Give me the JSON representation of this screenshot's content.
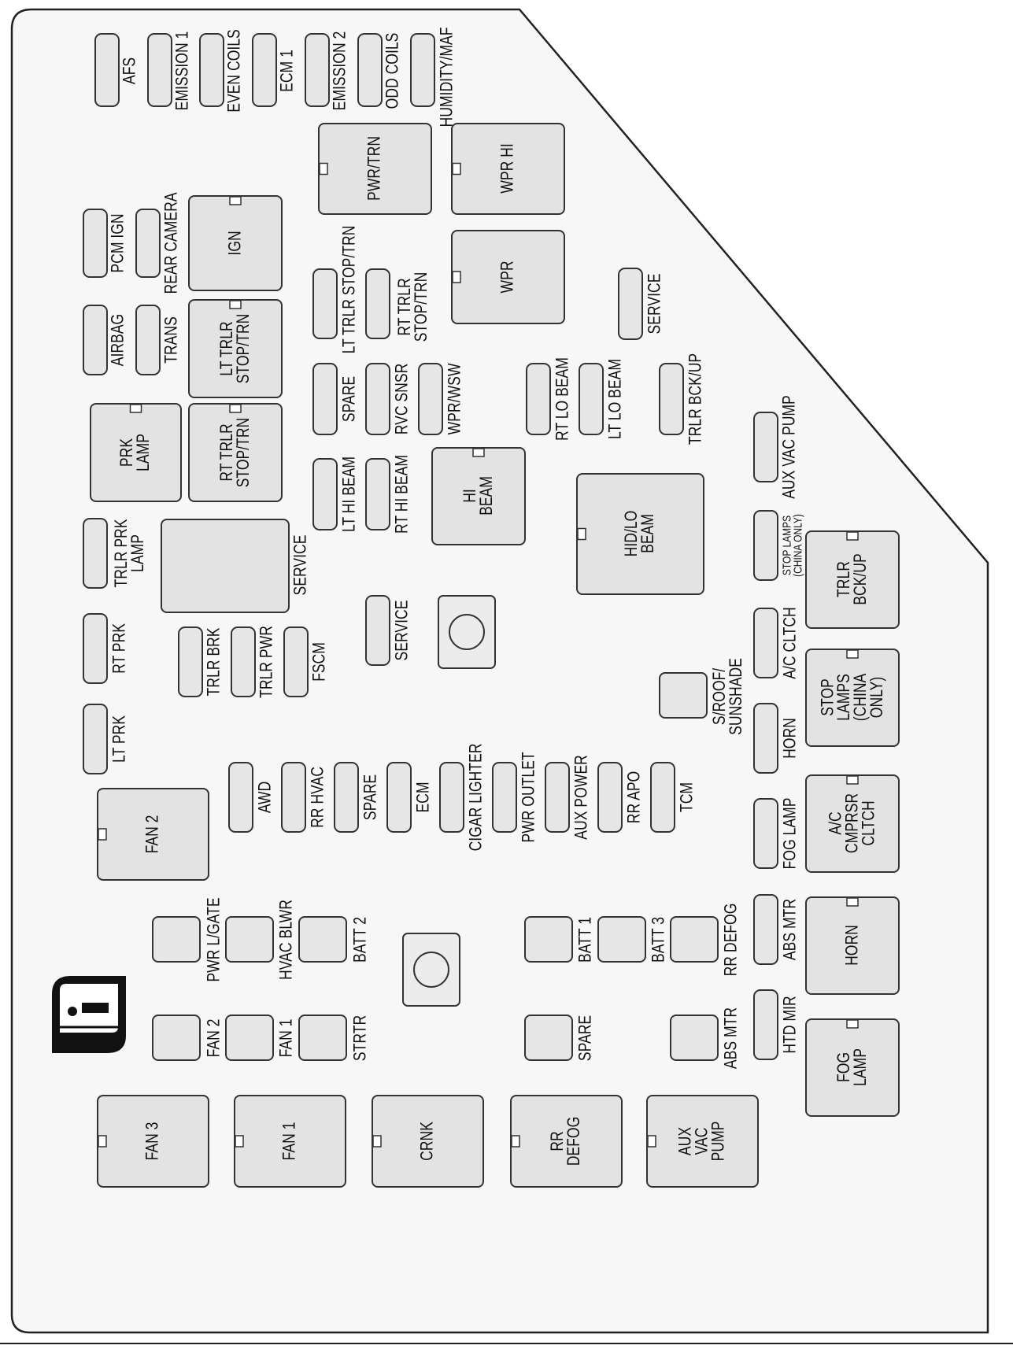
{
  "diagram": {
    "title": "",
    "colors": {
      "panel": "#f7f7f7",
      "fuse_fill": "#e6e6e6",
      "relay_fill": "#e3e3e3",
      "outline": "#333333",
      "text": "#111111"
    },
    "icons": [
      "info-book-icon"
    ],
    "components": [
      {
        "id": "afs",
        "kind": "mini-fuse",
        "label": [
          "AFS"
        ]
      },
      {
        "id": "emission-1",
        "kind": "mini-fuse",
        "label": [
          "EMISSION 1"
        ]
      },
      {
        "id": "even-coils",
        "kind": "mini-fuse",
        "label": [
          "EVEN COILS"
        ]
      },
      {
        "id": "ecm-1",
        "kind": "mini-fuse",
        "label": [
          "ECM 1"
        ]
      },
      {
        "id": "emission-2",
        "kind": "mini-fuse",
        "label": [
          "EMISSION 2"
        ]
      },
      {
        "id": "odd-coils",
        "kind": "mini-fuse",
        "label": [
          "ODD COILS"
        ]
      },
      {
        "id": "humidity-maf",
        "kind": "mini-fuse",
        "label": [
          "HUMIDITY/MAF"
        ]
      },
      {
        "id": "pwr-trn",
        "kind": "relay",
        "label": [
          "PWR/TRN"
        ]
      },
      {
        "id": "wpr-hi",
        "kind": "relay",
        "label": [
          "WPR HI"
        ]
      },
      {
        "id": "pcm-ign",
        "kind": "mini-fuse",
        "label": [
          "PCM IGN"
        ]
      },
      {
        "id": "rear-camera",
        "kind": "mini-fuse",
        "label": [
          "REAR CAMERA"
        ]
      },
      {
        "id": "ign",
        "kind": "relay",
        "label": [
          "IGN"
        ]
      },
      {
        "id": "lt-trlr-stop-trn-fuse",
        "kind": "mini-fuse",
        "label": [
          "LT TRLR STOP/TRN"
        ]
      },
      {
        "id": "rt-trlr-stop-trn-fuse",
        "kind": "mini-fuse",
        "label": [
          "RT TRLR",
          "STOP/TRN"
        ]
      },
      {
        "id": "wpr",
        "kind": "relay",
        "label": [
          "WPR"
        ]
      },
      {
        "id": "service-1",
        "kind": "mini-fuse",
        "label": [
          "SERVICE"
        ]
      },
      {
        "id": "airbag",
        "kind": "mini-fuse",
        "label": [
          "AIRBAG"
        ]
      },
      {
        "id": "trans",
        "kind": "mini-fuse",
        "label": [
          "TRANS"
        ]
      },
      {
        "id": "lt-trlr-stop-trn-relay",
        "kind": "relay",
        "label": [
          "LT TRLR",
          "STOP/TRN"
        ]
      },
      {
        "id": "spare-1",
        "kind": "mini-fuse",
        "label": [
          "SPARE"
        ]
      },
      {
        "id": "rvc-snsr",
        "kind": "mini-fuse",
        "label": [
          "RVC SNSR"
        ]
      },
      {
        "id": "wpr-wsw",
        "kind": "mini-fuse",
        "label": [
          "WPR/WSW"
        ]
      },
      {
        "id": "rt-lo-beam",
        "kind": "mini-fuse",
        "label": [
          "RT LO BEAM"
        ]
      },
      {
        "id": "lt-lo-beam",
        "kind": "mini-fuse",
        "label": [
          "LT LO BEAM"
        ]
      },
      {
        "id": "trlr-bck-up-fuse",
        "kind": "mini-fuse",
        "label": [
          "TRLR BCK/UP"
        ]
      },
      {
        "id": "aux-vac-pump-fuse",
        "kind": "mini-fuse",
        "label": [
          "AUX VAC PUMP"
        ]
      },
      {
        "id": "prk-lamp",
        "kind": "relay",
        "label": [
          "PRK",
          "LAMP"
        ]
      },
      {
        "id": "rt-trlr-stop-trn-relay",
        "kind": "relay",
        "label": [
          "RT TRLR",
          "STOP/TRN"
        ]
      },
      {
        "id": "lt-hi-beam",
        "kind": "mini-fuse",
        "label": [
          "LT HI BEAM"
        ]
      },
      {
        "id": "rt-hi-beam",
        "kind": "mini-fuse",
        "label": [
          "RT HI BEAM"
        ]
      },
      {
        "id": "hi-beam",
        "kind": "relay",
        "label": [
          "HI",
          "BEAM"
        ]
      },
      {
        "id": "hid-lo-beam",
        "kind": "relay",
        "label": [
          "HID/LO",
          "BEAM"
        ]
      },
      {
        "id": "stop-lamps-china-fuse",
        "kind": "mini-fuse",
        "label": [
          "STOP LAMPS",
          "(CHINA ONLY)"
        ]
      },
      {
        "id": "trlr-bck-up-relay",
        "kind": "relay",
        "label": [
          "TRLR",
          "BCK/UP"
        ]
      },
      {
        "id": "trlr-prk-lamp",
        "kind": "mini-fuse",
        "label": [
          "TRLR PRK",
          "LAMP"
        ]
      },
      {
        "id": "service-2",
        "kind": "relay",
        "label": [
          "SERVICE"
        ]
      },
      {
        "id": "service-3",
        "kind": "mini-fuse",
        "label": [
          "SERVICE"
        ]
      },
      {
        "id": "rt-prk",
        "kind": "mini-fuse",
        "label": [
          "RT PRK"
        ]
      },
      {
        "id": "trlr-brk",
        "kind": "mini-fuse",
        "label": [
          "TRLR BRK"
        ]
      },
      {
        "id": "trlr-pwr",
        "kind": "mini-fuse",
        "label": [
          "TRLR PWR"
        ]
      },
      {
        "id": "fscm",
        "kind": "mini-fuse",
        "label": [
          "FSCM"
        ]
      },
      {
        "id": "ac-cltch",
        "kind": "mini-fuse",
        "label": [
          "A/C CLTCH"
        ]
      },
      {
        "id": "s-roof-sunshade",
        "kind": "cartridge",
        "label": [
          "S/ROOF/",
          "SUNSHADE"
        ]
      },
      {
        "id": "stop-lamps-china-relay",
        "kind": "relay",
        "label": [
          "STOP",
          "LAMPS",
          "(CHINA",
          "ONLY)"
        ]
      },
      {
        "id": "horn-fuse",
        "kind": "mini-fuse",
        "label": [
          "HORN"
        ]
      },
      {
        "id": "lt-prk",
        "kind": "mini-fuse",
        "label": [
          "LT PRK"
        ]
      },
      {
        "id": "awd",
        "kind": "mini-fuse",
        "label": [
          "AWD"
        ]
      },
      {
        "id": "rr-hvac",
        "kind": "mini-fuse",
        "label": [
          "RR HVAC"
        ]
      },
      {
        "id": "spare-2",
        "kind": "mini-fuse",
        "label": [
          "SPARE"
        ]
      },
      {
        "id": "ecm",
        "kind": "mini-fuse",
        "label": [
          "ECM"
        ]
      },
      {
        "id": "cigar-lighter",
        "kind": "mini-fuse",
        "label": [
          "CIGAR LIGHTER"
        ]
      },
      {
        "id": "pwr-outlet",
        "kind": "mini-fuse",
        "label": [
          "PWR OUTLET"
        ]
      },
      {
        "id": "aux-power",
        "kind": "mini-fuse",
        "label": [
          "AUX POWER"
        ]
      },
      {
        "id": "rr-apo",
        "kind": "mini-fuse",
        "label": [
          "RR APO"
        ]
      },
      {
        "id": "tcm",
        "kind": "mini-fuse",
        "label": [
          "TCM"
        ]
      },
      {
        "id": "fan-2-relay",
        "kind": "relay",
        "label": [
          "FAN 2"
        ]
      },
      {
        "id": "fog-lamp-fuse",
        "kind": "mini-fuse",
        "label": [
          "FOG LAMP"
        ]
      },
      {
        "id": "ac-cmprsr-cltch",
        "kind": "relay",
        "label": [
          "A/C",
          "CMPRSR",
          "CLTCH"
        ]
      },
      {
        "id": "pwr-l-gate",
        "kind": "cartridge",
        "label": [
          "PWR L/GATE"
        ]
      },
      {
        "id": "hvac-blwr",
        "kind": "cartridge",
        "label": [
          "HVAC BLWR"
        ]
      },
      {
        "id": "batt-2",
        "kind": "cartridge",
        "label": [
          "BATT 2"
        ]
      },
      {
        "id": "batt-1",
        "kind": "cartridge",
        "label": [
          "BATT 1"
        ]
      },
      {
        "id": "batt-3",
        "kind": "cartridge",
        "label": [
          "BATT 3"
        ]
      },
      {
        "id": "rr-defog-cartridge",
        "kind": "cartridge",
        "label": [
          "RR DEFOG"
        ]
      },
      {
        "id": "abs-mtr-fuse",
        "kind": "mini-fuse",
        "label": [
          "ABS MTR"
        ]
      },
      {
        "id": "horn-relay",
        "kind": "relay",
        "label": [
          "HORN"
        ]
      },
      {
        "id": "fan-2-cartridge",
        "kind": "cartridge",
        "label": [
          "FAN 2"
        ]
      },
      {
        "id": "fan-1-cartridge",
        "kind": "cartridge",
        "label": [
          "FAN 1"
        ]
      },
      {
        "id": "strtr",
        "kind": "cartridge",
        "label": [
          "STRTR"
        ]
      },
      {
        "id": "spare-3",
        "kind": "cartridge",
        "label": [
          "SPARE"
        ]
      },
      {
        "id": "abs-mtr-cartridge",
        "kind": "cartridge",
        "label": [
          "ABS MTR"
        ]
      },
      {
        "id": "htd-mir",
        "kind": "mini-fuse",
        "label": [
          "HTD MIR"
        ]
      },
      {
        "id": "fog-lamp-relay",
        "kind": "relay",
        "label": [
          "FOG",
          "LAMP"
        ]
      },
      {
        "id": "fan-3",
        "kind": "relay",
        "label": [
          "FAN 3"
        ]
      },
      {
        "id": "fan-1-relay",
        "kind": "relay",
        "label": [
          "FAN 1"
        ]
      },
      {
        "id": "crnk",
        "kind": "relay",
        "label": [
          "CRNK"
        ]
      },
      {
        "id": "rr-defog-relay",
        "kind": "relay",
        "label": [
          "RR",
          "DEFOG"
        ]
      },
      {
        "id": "aux-vac-pump-relay",
        "kind": "relay",
        "label": [
          "AUX",
          "VAC",
          "PUMP"
        ]
      }
    ]
  }
}
